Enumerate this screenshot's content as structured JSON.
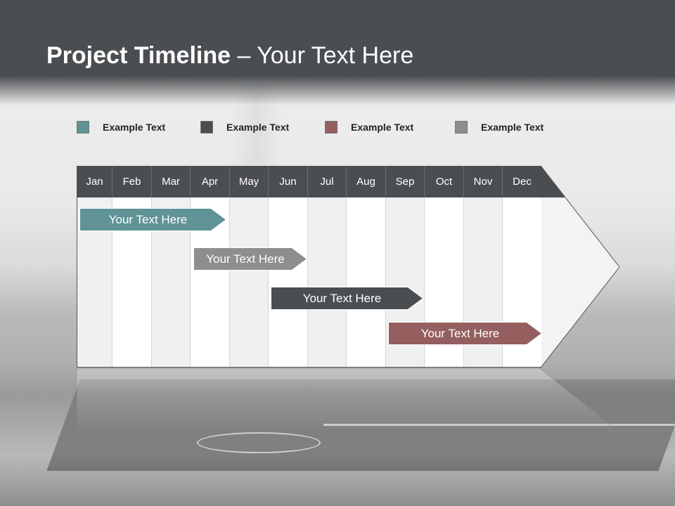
{
  "slide": {
    "title_strong": "Project Timeline",
    "title_rest": " – Your Text Here"
  },
  "legend": [
    {
      "label": "Example Text",
      "color": "#5f9395"
    },
    {
      "label": "Example Text",
      "color": "#4b4e51"
    },
    {
      "label": "Example Text",
      "color": "#945f5e"
    },
    {
      "label": "Example Text",
      "color": "#8e8e8e"
    }
  ],
  "timeline": {
    "months": [
      "Jan",
      "Feb",
      "Mar",
      "Apr",
      "May",
      "Jun",
      "Jul",
      "Aug",
      "Sep",
      "Oct",
      "Nov",
      "Dec"
    ],
    "bars": [
      {
        "label": "Your  Text Here",
        "color": "#5f9395",
        "start_month": "Jan",
        "end_month": "Apr"
      },
      {
        "label": "Your  Text Here",
        "color": "#8e8e8e",
        "start_month": "Apr",
        "end_month": "Jun"
      },
      {
        "label": "Your  Text Here",
        "color": "#4b4e51",
        "start_month": "Jun",
        "end_month": "Sep"
      },
      {
        "label": "Your  Text Here",
        "color": "#945f5e",
        "start_month": "Sep",
        "end_month": "Dec"
      }
    ]
  }
}
